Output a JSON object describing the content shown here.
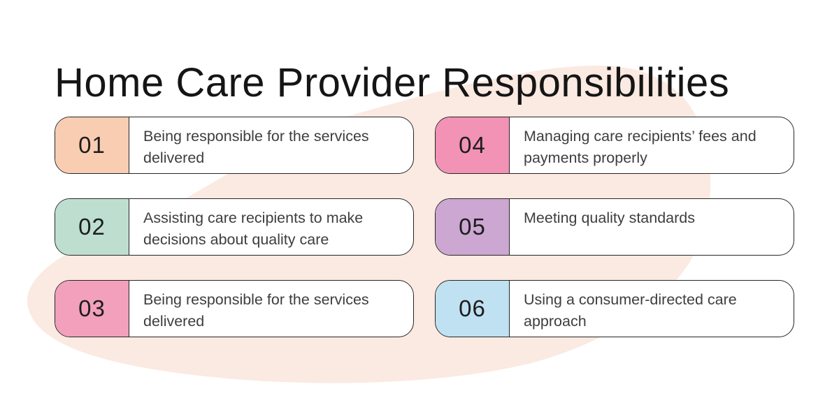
{
  "title": "Home Care Provider Responsibilities",
  "background": {
    "blob_color": "#fbeae2",
    "page_color": "#ffffff"
  },
  "items": [
    {
      "number": "01",
      "text": "Being responsible for the services delivered",
      "color": "#f9cdb2"
    },
    {
      "number": "02",
      "text": "Assisting care recipients to make decisions about quality care",
      "color": "#bedfd0"
    },
    {
      "number": "03",
      "text": "Being responsible for the services delivered",
      "color": "#f3a0bc"
    },
    {
      "number": "04",
      "text": "Managing care recipients’ fees and payments properly",
      "color": "#f292b4"
    },
    {
      "number": "05",
      "text": "Meeting quality standards",
      "color": "#cba7d2"
    },
    {
      "number": "06",
      "text": "Using a consumer-directed care approach",
      "color": "#bfe1f1"
    }
  ]
}
